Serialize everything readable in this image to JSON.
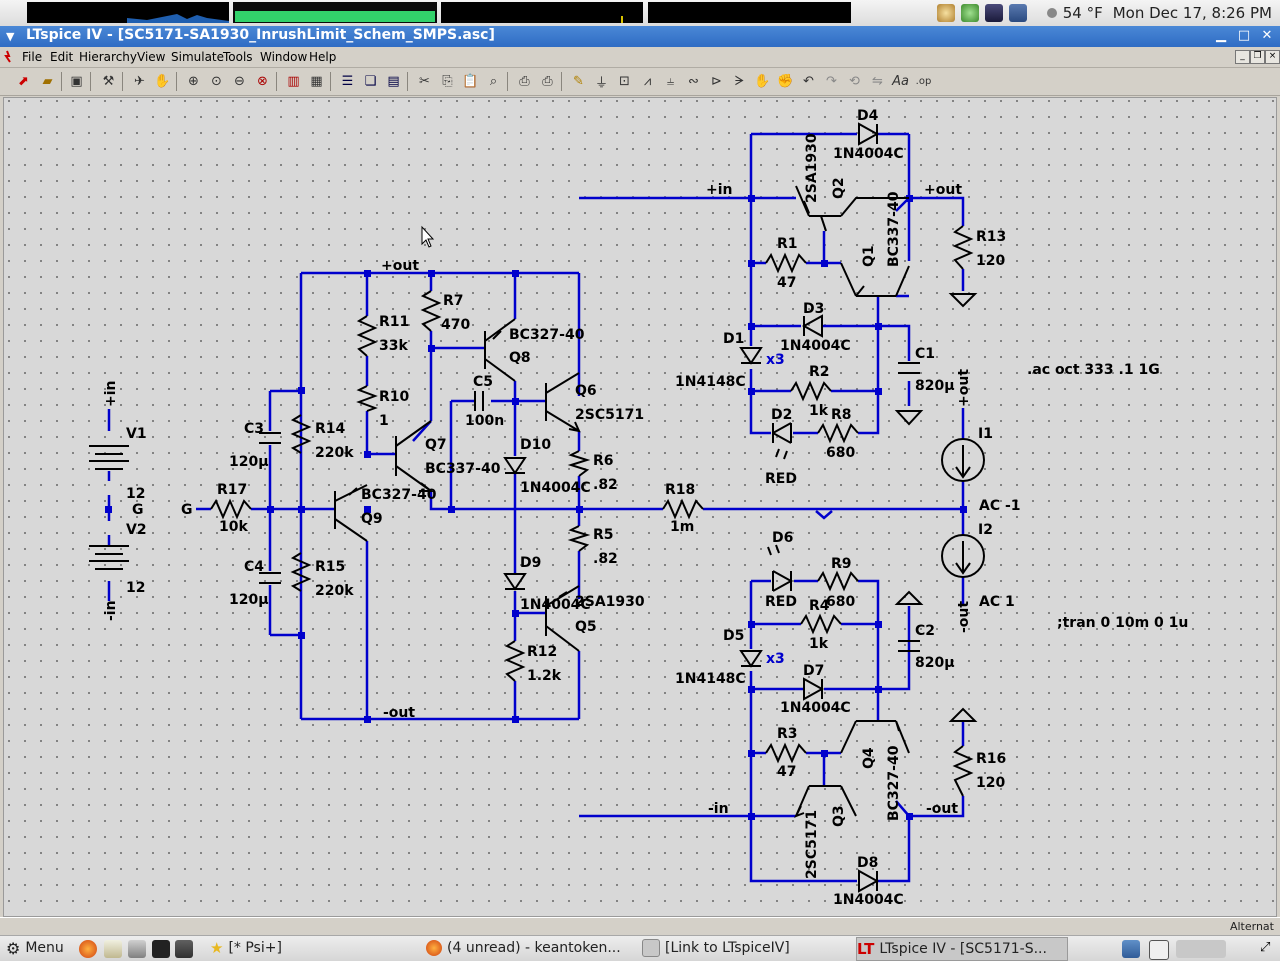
{
  "system_panel": {
    "weather": "54 °F",
    "clock": "Mon Dec 17,  8:26 PM"
  },
  "window": {
    "title": "LTspice IV - [SC5171-SA1930_InrushLimit_Schem_SMPS.asc]",
    "minimize": "▁",
    "maximize": "□",
    "close": "✕"
  },
  "menu": {
    "items": [
      "File",
      "Edit",
      "Hierarchy",
      "View",
      "Simulate",
      "Tools",
      "Window",
      "Help"
    ]
  },
  "toolbar": {
    "icons": [
      "new-schematic-icon",
      "open-icon",
      "save-icon",
      "control-panel-icon",
      "run-icon",
      "halt-icon",
      "zoom-in-icon",
      "zoom-fit-icon",
      "zoom-out-icon",
      "zoom-cancel-icon",
      "autorange-icon",
      "grid-icon",
      "tile-horizontal-icon",
      "cascade-icon",
      "tile-vertical-icon",
      "cut-icon",
      "copy-icon",
      "paste-icon",
      "find-icon",
      "print-setup-icon",
      "print-icon",
      "wire-icon",
      "ground-icon",
      "label-net-icon",
      "resistor-icon",
      "capacitor-icon",
      "inductor-icon",
      "diode-icon",
      "component-icon",
      "move-icon",
      "drag-icon",
      "undo-icon",
      "redo-icon",
      "rotate-icon",
      "mirror-icon",
      "text-icon",
      "spice-directive-icon"
    ]
  },
  "schematic": {
    "net_labels": {
      "plus_out_main": "+out",
      "minus_out_main": "-out",
      "plus_in": "+in",
      "plus_out_top": "+out",
      "minus_in": "-in",
      "minus_out_bottom": "-out",
      "g_left": "G",
      "g_mid": "G",
      "v1_top": "+in",
      "v2_bottom": "-in",
      "i1_top": "+out",
      "i2_bottom": "-out",
      "ac_neg": "AC -1",
      "ac_pos": "AC 1"
    },
    "components": {
      "V1": {
        "ref": "V1",
        "value": "12"
      },
      "V2": {
        "ref": "V2",
        "value": "12"
      },
      "R17": {
        "ref": "R17",
        "value": "10k"
      },
      "C3": {
        "ref": "C3",
        "value": "120µ"
      },
      "C4": {
        "ref": "C4",
        "value": "120µ"
      },
      "R14": {
        "ref": "R14",
        "value": "220k"
      },
      "R15": {
        "ref": "R15",
        "value": "220k"
      },
      "R11": {
        "ref": "R11",
        "value": "33k"
      },
      "R10": {
        "ref": "R10",
        "value": "1"
      },
      "R7": {
        "ref": "R7",
        "value": "470"
      },
      "Q7": {
        "ref": "Q7",
        "value": "BC337-40"
      },
      "Q8": {
        "ref": "Q8",
        "value": "BC327-40"
      },
      "Q9": {
        "ref": "Q9",
        "value": "BC327-40"
      },
      "C5": {
        "ref": "C5",
        "value": "100n"
      },
      "D10": {
        "ref": "D10",
        "value": "1N4004C"
      },
      "D9": {
        "ref": "D9",
        "value": "1N4004C"
      },
      "Q6": {
        "ref": "Q6",
        "value": "2SC5171"
      },
      "Q5": {
        "ref": "Q5",
        "value": "2SA1930"
      },
      "R6": {
        "ref": "R6",
        "value": ".82"
      },
      "R5": {
        "ref": "R5",
        "value": ".82"
      },
      "R12": {
        "ref": "R12",
        "value": "1.2k"
      },
      "R18": {
        "ref": "R18",
        "value": "1m"
      },
      "D4": {
        "ref": "D4",
        "value": "1N4004C"
      },
      "Q2": {
        "ref": "Q2",
        "value": "2SA1930"
      },
      "Q1": {
        "ref": "Q1",
        "value": "BC337-40"
      },
      "R1": {
        "ref": "R1",
        "value": "47"
      },
      "R13": {
        "ref": "R13",
        "value": "120"
      },
      "D3": {
        "ref": "D3",
        "value": "1N4004C"
      },
      "D1": {
        "ref": "D1",
        "value": "1N4148C",
        "mult": "x3"
      },
      "R2": {
        "ref": "R2",
        "value": "1k"
      },
      "C1": {
        "ref": "C1",
        "value": "820µ"
      },
      "D2": {
        "ref": "D2",
        "value": "RED"
      },
      "R8": {
        "ref": "R8",
        "value": "680"
      },
      "I1": {
        "ref": "I1"
      },
      "I2": {
        "ref": "I2"
      },
      "D6": {
        "ref": "D6",
        "value": "RED"
      },
      "R9": {
        "ref": "R9",
        "value": "680"
      },
      "R4": {
        "ref": "R4",
        "value": "1k"
      },
      "D5": {
        "ref": "D5",
        "value": "1N4148C",
        "mult": "x3"
      },
      "C2": {
        "ref": "C2",
        "value": "820µ"
      },
      "D7": {
        "ref": "D7",
        "value": "1N4004C"
      },
      "R3": {
        "ref": "R3",
        "value": "47"
      },
      "Q4": {
        "ref": "Q4",
        "value": "BC327-40"
      },
      "Q3": {
        "ref": "Q3",
        "value": "2SC5171"
      },
      "R16": {
        "ref": "R16",
        "value": "120"
      },
      "D8": {
        "ref": "D8",
        "value": "1N4004C"
      }
    },
    "directives": {
      "ac": ".ac oct 333 .1 1G",
      "tran": ";tran 0 10m 0 1u"
    }
  },
  "status": {
    "text": "Alternat"
  },
  "taskbar": {
    "menu_label": "Menu",
    "psi": "[* Psi+]",
    "firefox": "(4 unread) - keantoken...",
    "folder": "[Link to LTspiceIV]",
    "ltspice": "LTspice IV - [SC5171-S..."
  },
  "colors": {
    "wire": "#0000cc",
    "title_bar": "#3a78cc",
    "canvas": "#d8d8d8"
  }
}
